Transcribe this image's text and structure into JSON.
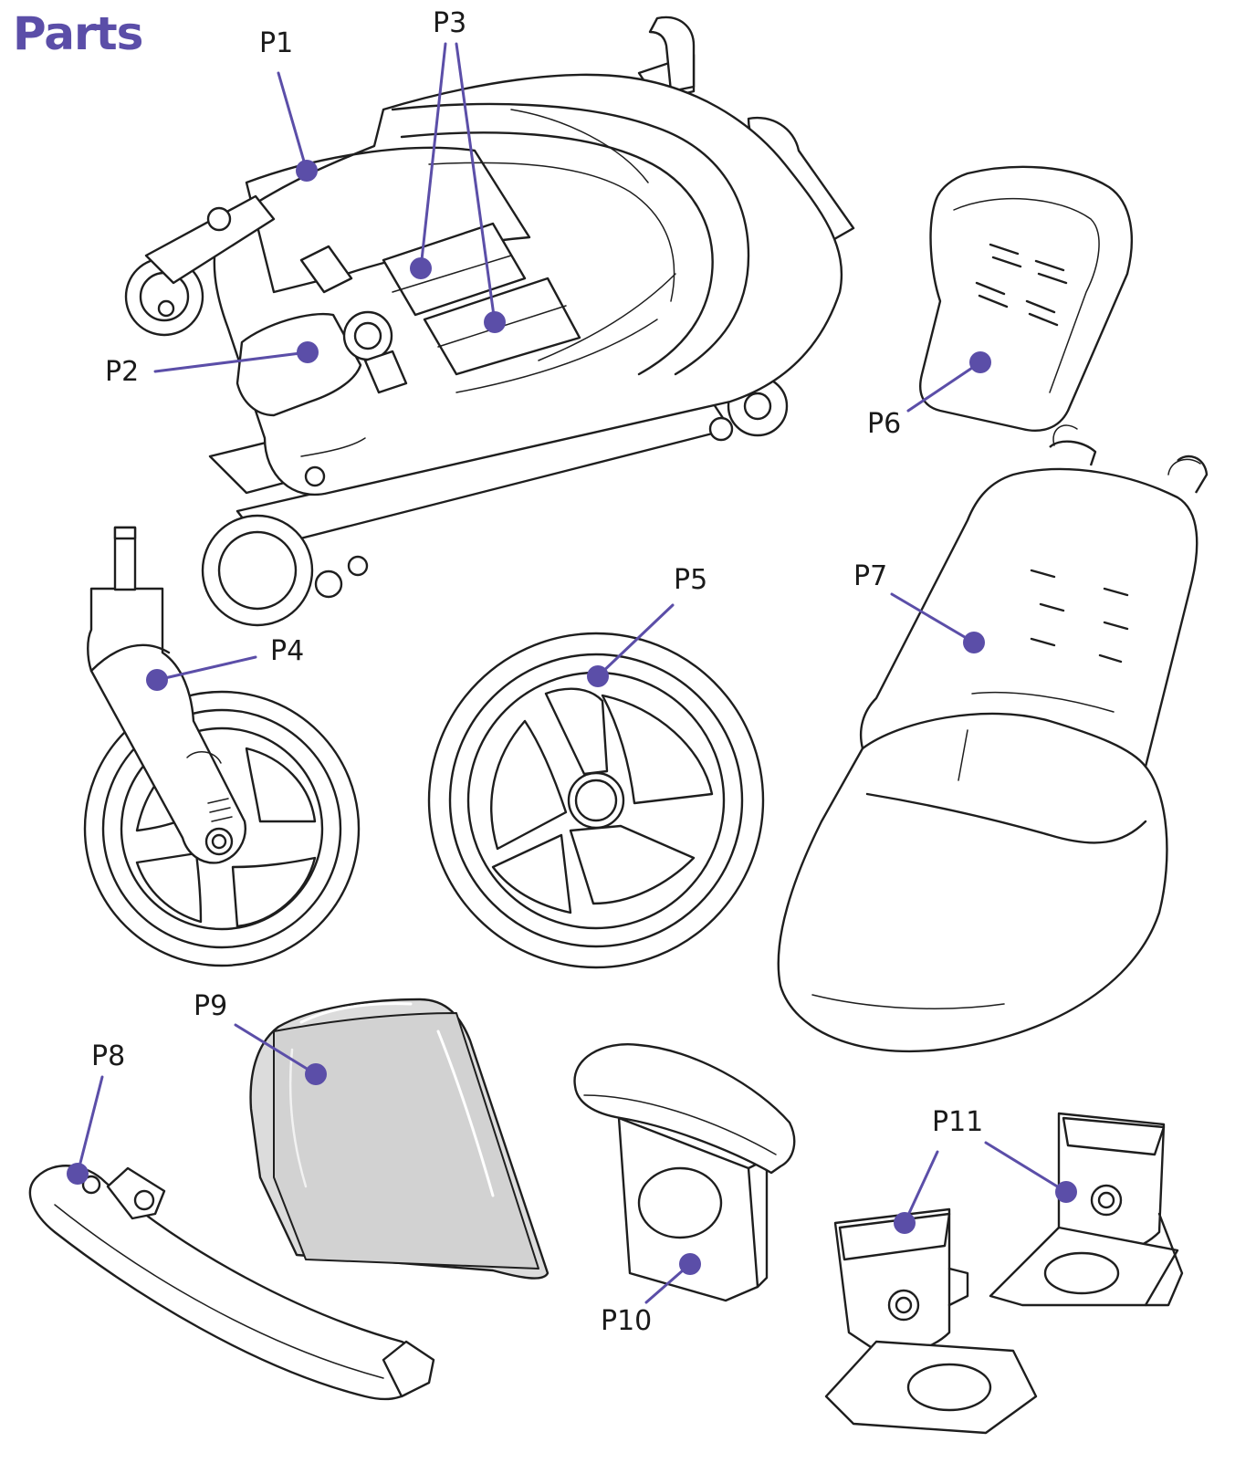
{
  "title": "Parts",
  "accent_color": "#5b4ea8",
  "parts": [
    {
      "id": "p1",
      "label": "P1"
    },
    {
      "id": "p2",
      "label": "P2"
    },
    {
      "id": "p3",
      "label": "P3"
    },
    {
      "id": "p4",
      "label": "P4"
    },
    {
      "id": "p5",
      "label": "P5"
    },
    {
      "id": "p6",
      "label": "P6"
    },
    {
      "id": "p7",
      "label": "P7"
    },
    {
      "id": "p8",
      "label": "P8"
    },
    {
      "id": "p9",
      "label": "P9"
    },
    {
      "id": "p10",
      "label": "P10"
    },
    {
      "id": "p11",
      "label": "P11"
    }
  ]
}
